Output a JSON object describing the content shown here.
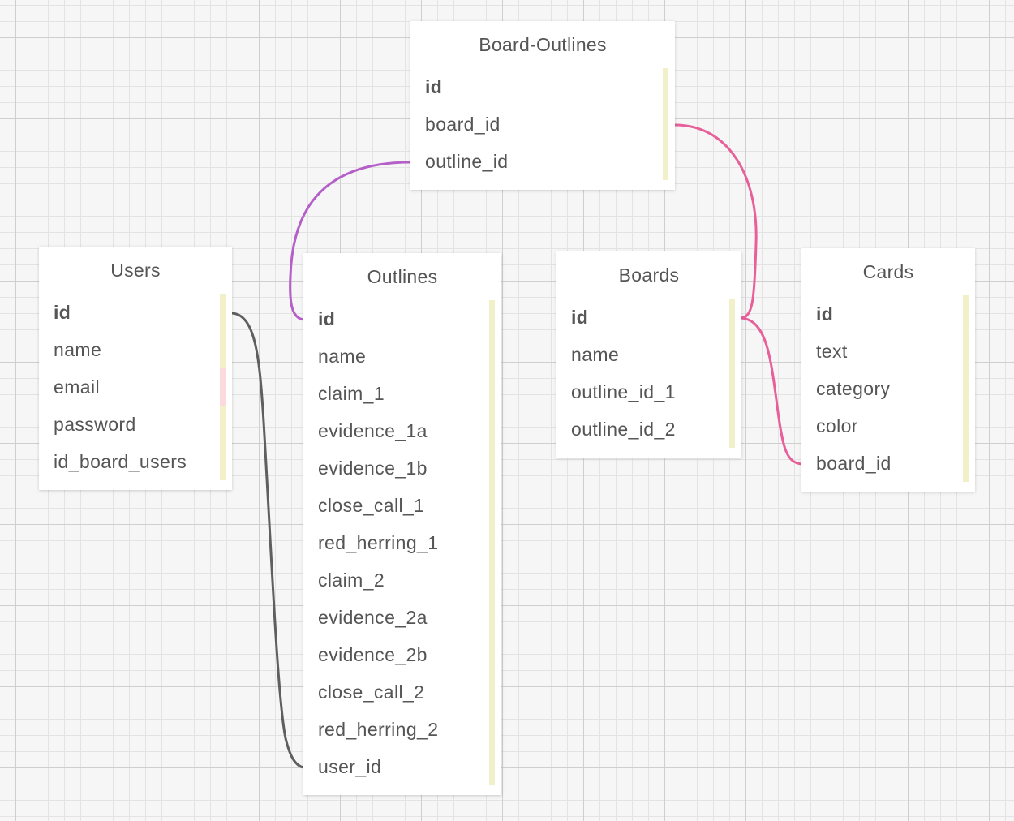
{
  "tables": {
    "board_outlines": {
      "title": "Board-Outlines",
      "fields": [
        "id",
        "board_id",
        "outline_id"
      ]
    },
    "users": {
      "title": "Users",
      "fields": [
        "id",
        "name",
        "email",
        "password",
        "id_board_users"
      ]
    },
    "outlines": {
      "title": "Outlines",
      "fields": [
        "id",
        "name",
        "claim_1",
        "evidence_1a",
        "evidence_1b",
        "close_call_1",
        "red_herring_1",
        "claim_2",
        "evidence_2a",
        "evidence_2b",
        "close_call_2",
        "red_herring_2",
        "user_id"
      ]
    },
    "boards": {
      "title": "Boards",
      "fields": [
        "id",
        "name",
        "outline_id_1",
        "outline_id_2"
      ]
    },
    "cards": {
      "title": "Cards",
      "fields": [
        "id",
        "text",
        "category",
        "color",
        "board_id"
      ]
    }
  },
  "colors": {
    "background": "#f6f6f6",
    "text": "#555555",
    "field_marker": "#f2f0c8",
    "field_marker_alt": "#fbd9dc",
    "link_purple": "#b55fc8",
    "link_pink": "#e8609a",
    "link_gray": "#5f5f5f"
  },
  "relations": [
    {
      "from": "Board-Outlines.outline_id",
      "to": "Outlines.id",
      "color": "#b55fc8"
    },
    {
      "from": "Board-Outlines.board_id",
      "to": "Boards.id",
      "color": "#e8609a"
    },
    {
      "from": "Boards.id",
      "to": "Cards.board_id",
      "color": "#e8609a"
    },
    {
      "from": "Users.id",
      "to": "Outlines.user_id",
      "color": "#5f5f5f"
    }
  ]
}
